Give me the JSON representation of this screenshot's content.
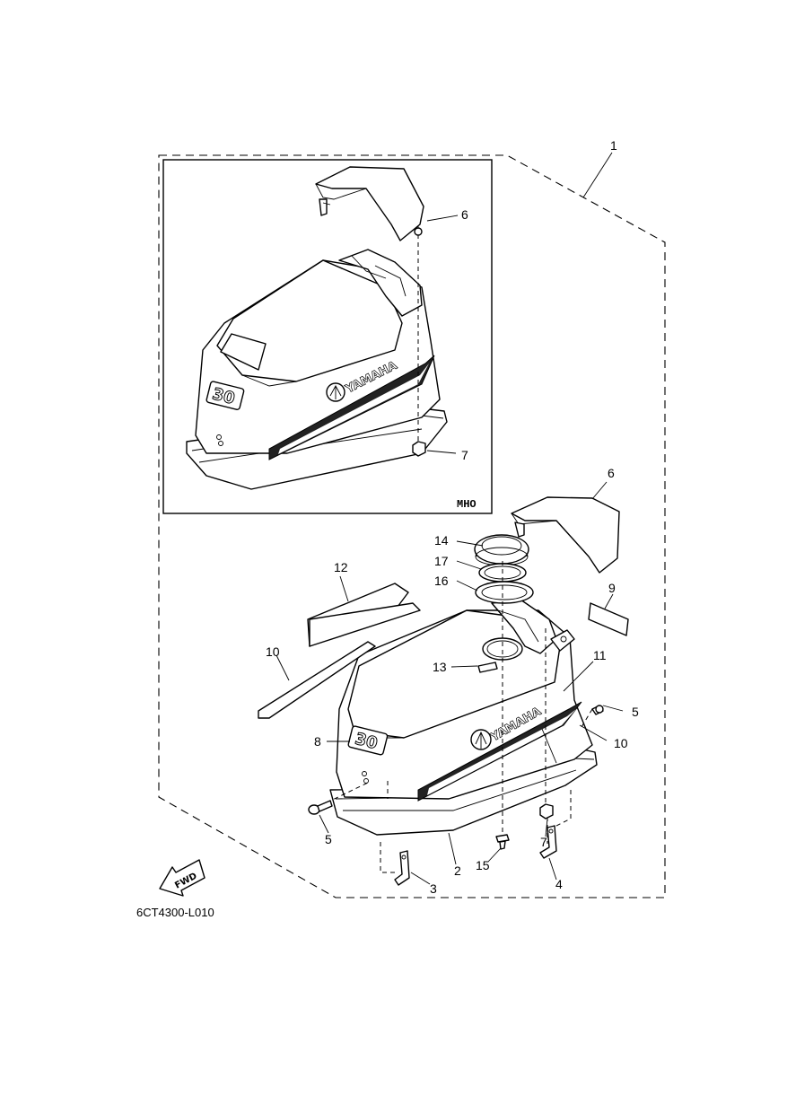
{
  "diagram": {
    "assembly_code": "6CT4300-L010",
    "inset_label": "MHO",
    "fwd_label": "FWD",
    "brand_text": "YAMAHA",
    "hp_text": "30",
    "callouts": {
      "c1": "1",
      "c2": "2",
      "c3": "3",
      "c4": "4",
      "c5a": "5",
      "c5b": "5",
      "c6a": "6",
      "c6b": "6",
      "c7a": "7",
      "c7b": "7",
      "c8": "8",
      "c9": "9",
      "c10a": "10",
      "c10b": "10",
      "c11": "11",
      "c12": "12",
      "c13": "13",
      "c14": "14",
      "c15": "15",
      "c16": "16",
      "c17": "17"
    }
  }
}
